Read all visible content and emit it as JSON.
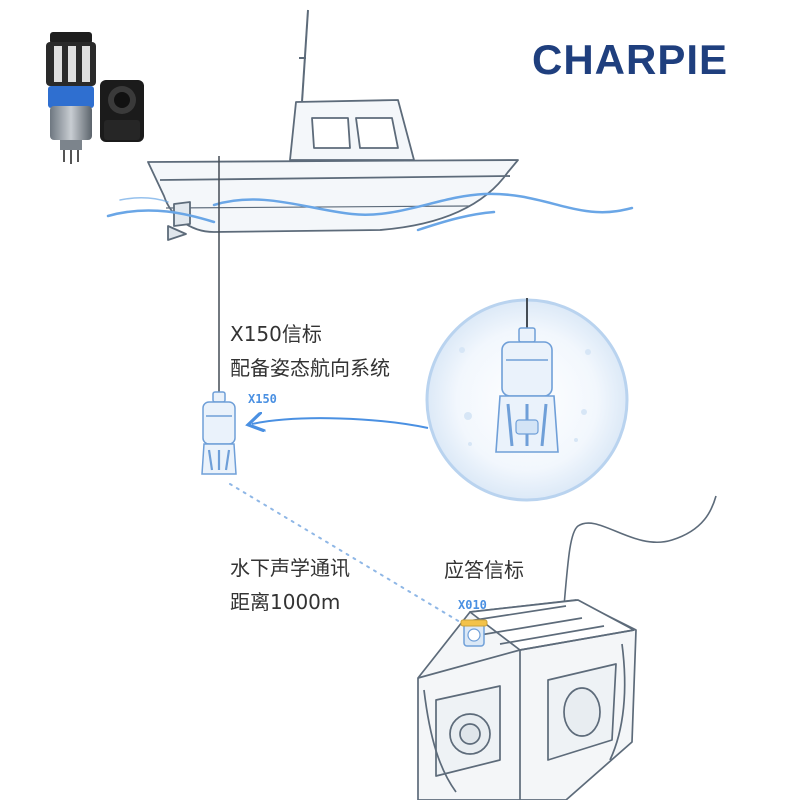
{
  "brand": {
    "logo_text": "CHARPIE",
    "color": "#1f3f7e"
  },
  "x150_beacon": {
    "title": "X150信标",
    "description": "配备姿态航向系统",
    "tag": "X150"
  },
  "communication": {
    "line1": "水下声学通讯",
    "line2": "距离1000m"
  },
  "responder": {
    "title": "应答信标",
    "tag": "X010"
  },
  "colors": {
    "accent": "#4a90e2",
    "wave": "#6aa6e6",
    "outline": "#5d6b7a",
    "text": "#333333"
  }
}
